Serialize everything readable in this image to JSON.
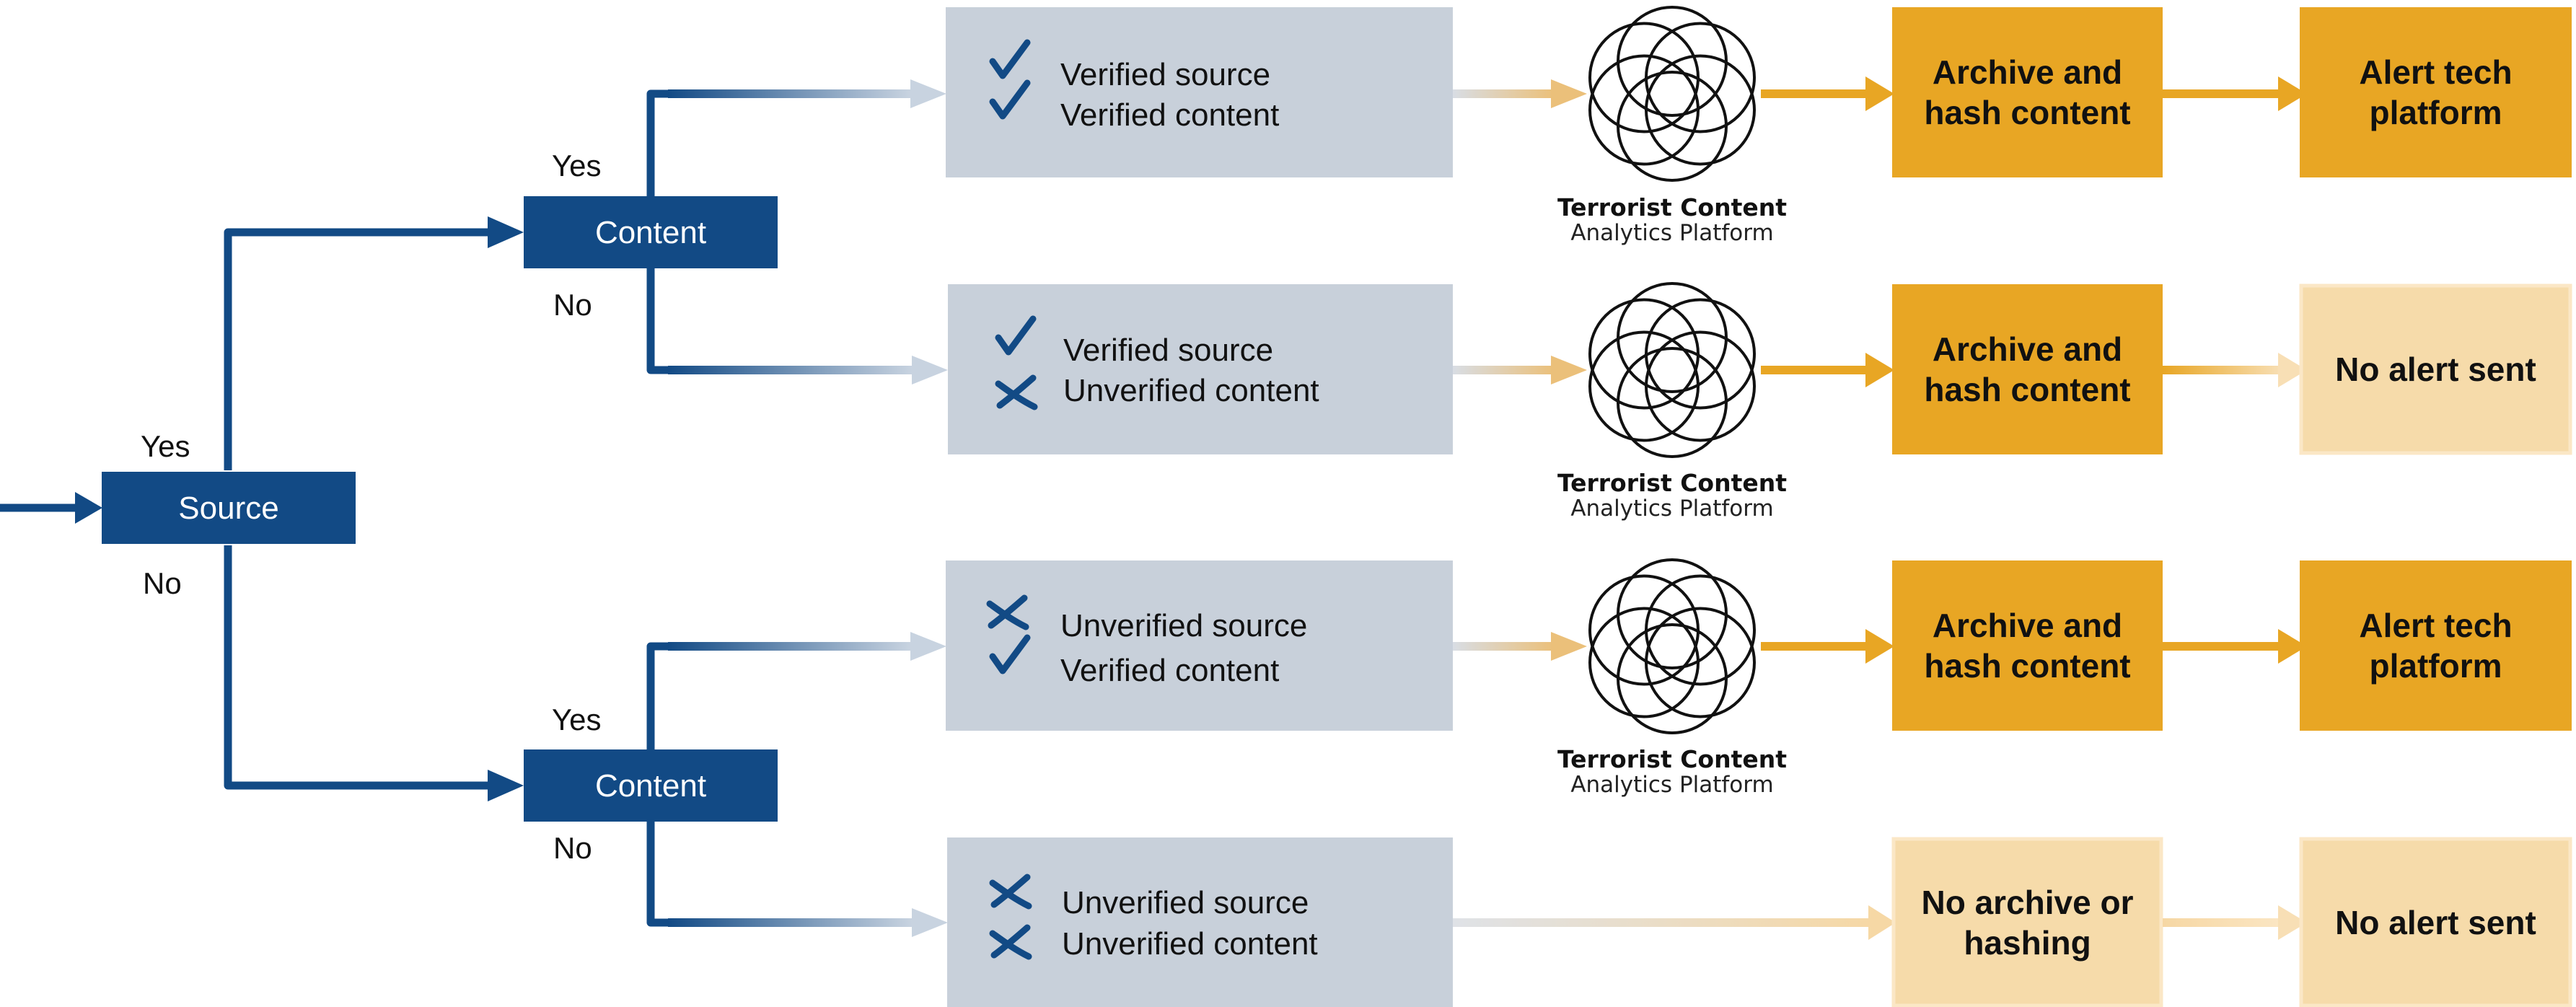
{
  "colors": {
    "navy": "#124a85",
    "panel_gray": "#c8d0da",
    "orange": "#e8a624",
    "pale_orange": "#f6dbaa",
    "pale_orange_border": "#fbe7c6",
    "text_dark": "#111111",
    "logo_stroke": "#111111"
  },
  "decisions": {
    "source": {
      "label": "Source",
      "yes": "Yes",
      "no": "No"
    },
    "content_top": {
      "label": "Content",
      "yes": "Yes",
      "no": "No"
    },
    "content_bottom": {
      "label": "Content",
      "yes": "Yes",
      "no": "No"
    }
  },
  "outcomes": [
    {
      "source_status": {
        "icon": "check-icon",
        "label": "Verified source"
      },
      "content_status": {
        "icon": "cross-icon",
        "label": "Verified content"
      },
      "archive": "Archive and hash content",
      "alert": "Alert tech platform"
    },
    {
      "source_status": {
        "icon": "check-icon",
        "label": "Verified source"
      },
      "content_status": {
        "icon": "cross-icon",
        "label": "Unverified content"
      },
      "archive": "Archive and hash content",
      "alert": "No alert sent"
    },
    {
      "source_status": {
        "icon": "cross-icon",
        "label": "Unverified source"
      },
      "content_status": {
        "icon": "check-icon",
        "label": "Verified content"
      },
      "archive": "Archive and hash content",
      "alert": "Alert tech platform"
    },
    {
      "source_status": {
        "icon": "cross-icon",
        "label": "Unverified source"
      },
      "content_status": {
        "icon": "cross-icon",
        "label": "Unverified content"
      },
      "archive": "No archive or hashing",
      "alert": "No alert sent"
    }
  ],
  "logo": {
    "name_line1": "Terrorist Content",
    "name_line2": "Analytics Platform"
  }
}
